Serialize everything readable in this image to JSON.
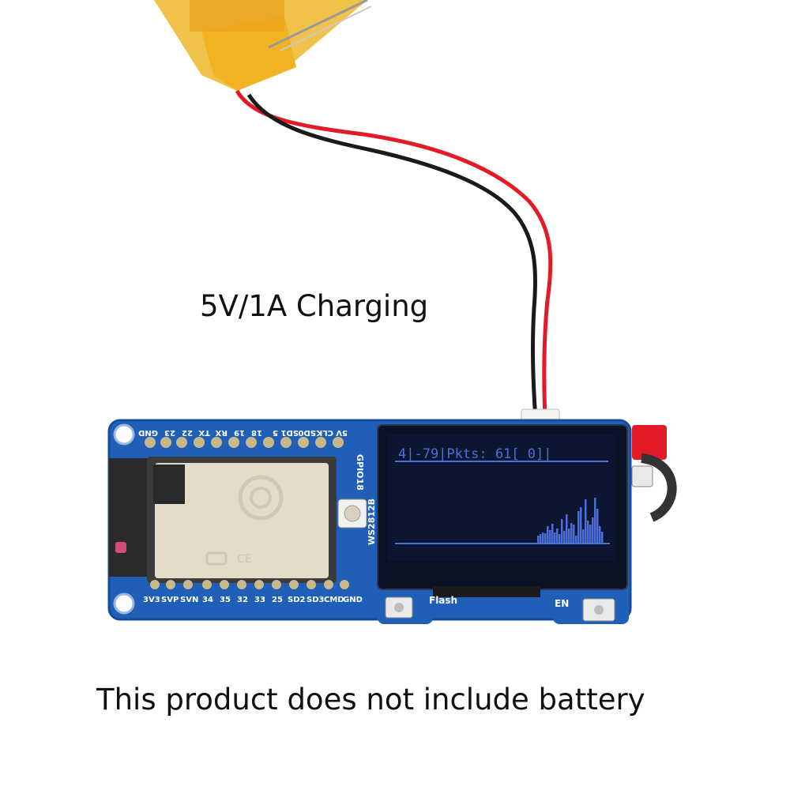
{
  "captions": {
    "charging": "5V/1A Charging",
    "battery_notice": "This product does not include battery"
  },
  "board": {
    "top_pins": [
      "GND",
      "23",
      "22",
      "TX",
      "RX",
      "19",
      "18",
      "5",
      "SD1",
      "SD0",
      "CLK",
      "5V"
    ],
    "bottom_pins": [
      "3V3",
      "SVP",
      "SVN",
      "34",
      "35",
      "32",
      "33",
      "25",
      "SD2",
      "SD3",
      "CMD",
      "GND"
    ],
    "gpio_label": "GPIO18",
    "led_label": "WS2812B",
    "button_flash": "Flash",
    "button_en": "EN",
    "screen_header": "4|-79|Pkts:  61[  0]|",
    "screen_bars": [
      10,
      12,
      14,
      13,
      22,
      17,
      25,
      14,
      19,
      12,
      31,
      16,
      37,
      19,
      26,
      24,
      10,
      41,
      46,
      18,
      56,
      29,
      24,
      33,
      58,
      44,
      22,
      15
    ],
    "colors": {
      "pcb": "#1f5fb8",
      "pcb_edge": "#164c99",
      "module": "#e2dcc8",
      "screen": "#0b1226",
      "screen_glyph": "#4a6fd8",
      "wire_red": "#e21b26",
      "wire_black": "#1a1a1a",
      "battery": "#f2b322"
    }
  }
}
